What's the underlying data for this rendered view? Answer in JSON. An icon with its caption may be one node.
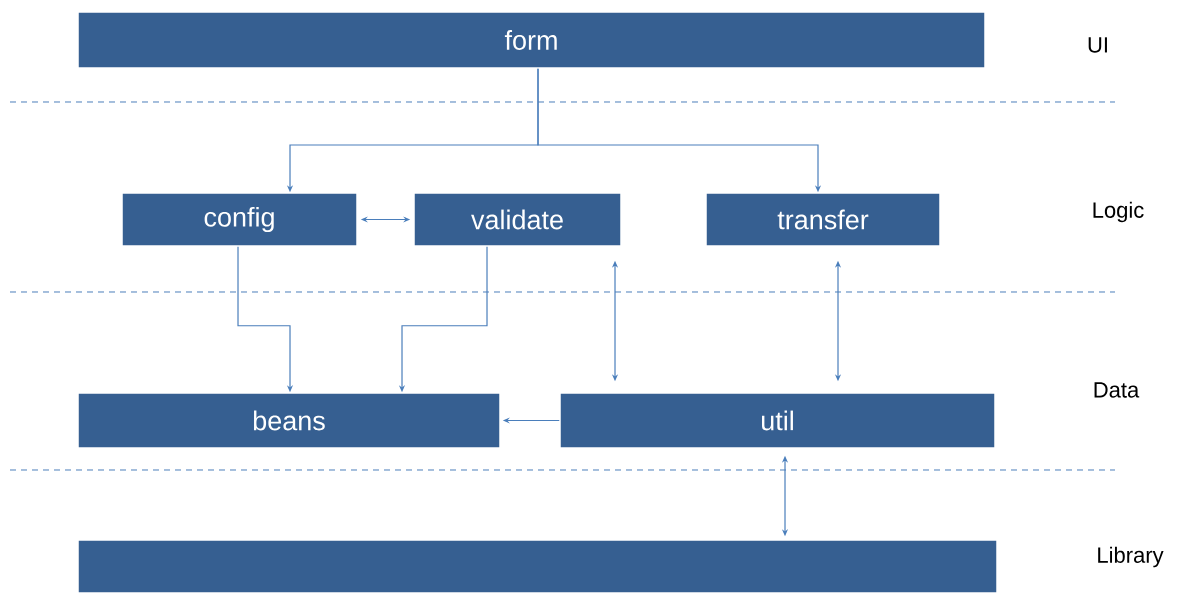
{
  "diagram": {
    "nodes": [
      {
        "text": [
          "form"
        ]
      },
      {
        "text": [
          "config"
        ]
      },
      {
        "text": [
          "validate"
        ]
      },
      {
        "text": [
          "transfer"
        ]
      },
      {
        "text": [
          "beans"
        ]
      },
      {
        "text": [
          "util"
        ]
      },
      {
        "text": [],
        "shape": "bar"
      }
    ],
    "edges": [
      {
        "from": 0,
        "to": 1,
        "arrow": "to"
      },
      {
        "from": 0,
        "to": 3,
        "arrow": "to"
      },
      {
        "from": 1,
        "to": 2,
        "arrow": "both"
      },
      {
        "from": 1,
        "to": 4,
        "arrow": "to"
      },
      {
        "from": 2,
        "to": 4,
        "arrow": "to"
      },
      {
        "from": 2,
        "to": 5,
        "arrow": "both"
      },
      {
        "from": 3,
        "to": 5,
        "arrow": "both"
      },
      {
        "from": 5,
        "to": 4,
        "arrow": "to"
      },
      {
        "from": 5,
        "to": 6,
        "arrow": "both"
      }
    ],
    "labels": [
      "UI",
      "Logic",
      "Data",
      "Library"
    ]
  }
}
